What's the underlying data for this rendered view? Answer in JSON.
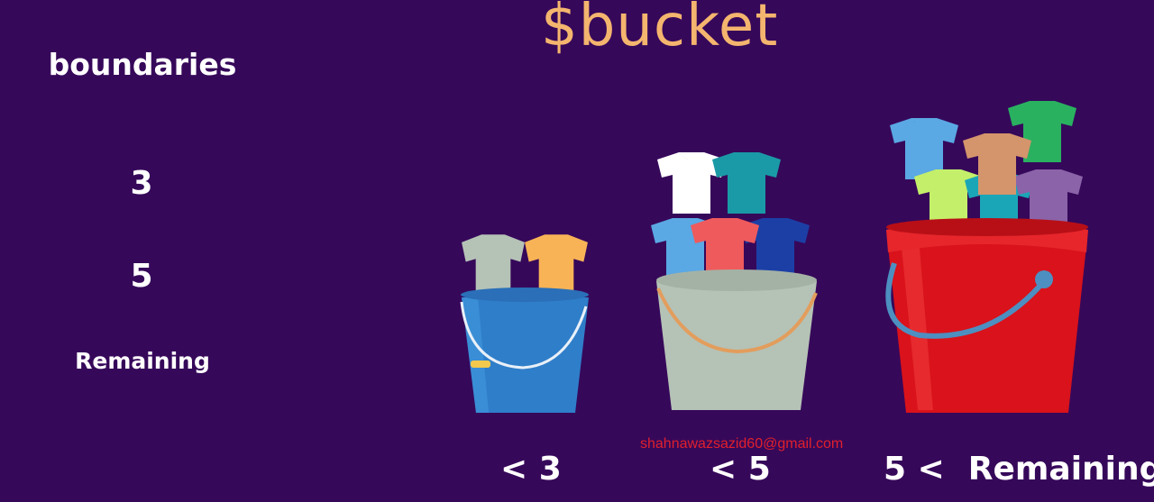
{
  "title": "$bucket",
  "sidebar": {
    "heading": "boundaries",
    "values": [
      "3",
      "5",
      "Remaining"
    ]
  },
  "buckets": [
    {
      "label": "< 3",
      "color": "#2f7ec9"
    },
    {
      "label": "< 5",
      "color": "#b5c2b6"
    },
    {
      "label_left": "5 <",
      "label_right": "Remaining",
      "color": "#d9121b"
    }
  ],
  "watermark": "shahnawazsazid60@gmail.com",
  "colors": {
    "background": "#36085a",
    "title": "#f4b56e"
  }
}
